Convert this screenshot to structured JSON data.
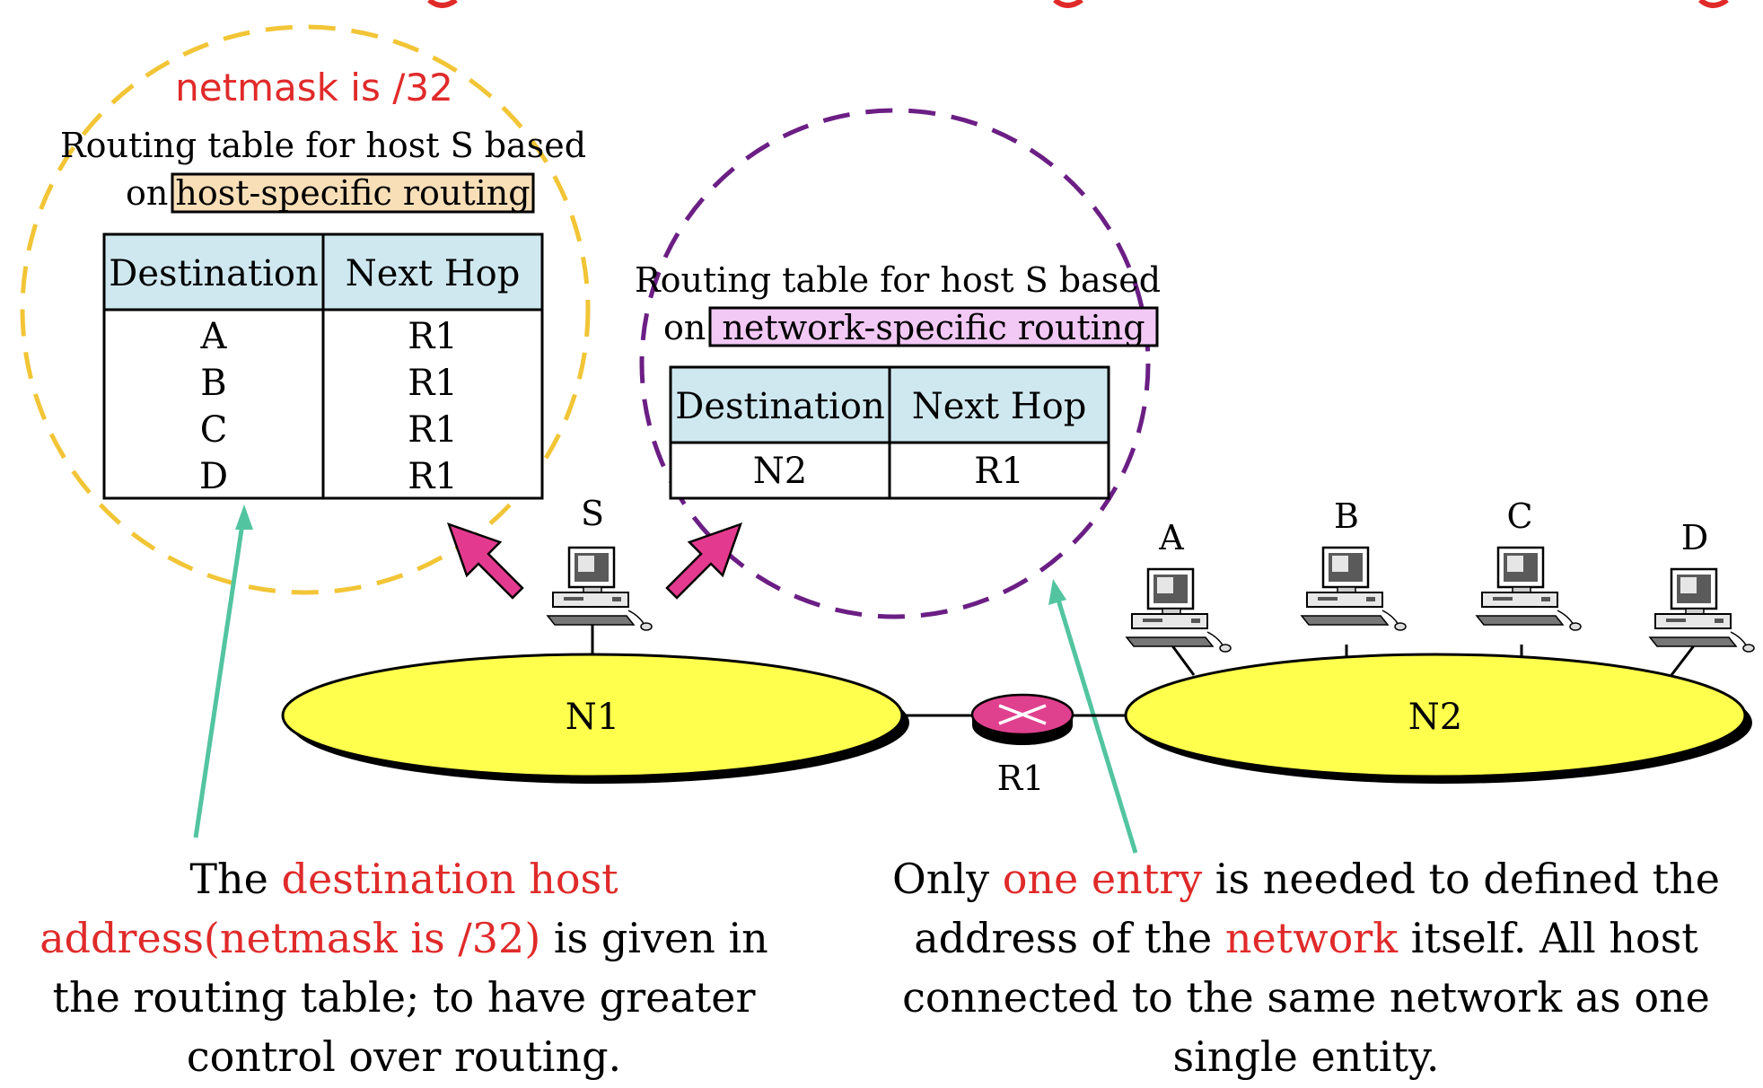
{
  "header_partial": "",
  "netmask_label": "netmask is /32",
  "host_table": {
    "caption_line1": "Routing table for host S based",
    "caption_prefix": "on",
    "caption_highlight": "host-specific routing",
    "headers": [
      "Destination",
      "Next Hop"
    ],
    "rows": [
      [
        "A",
        "R1"
      ],
      [
        "B",
        "R1"
      ],
      [
        "C",
        "R1"
      ],
      [
        "D",
        "R1"
      ]
    ]
  },
  "network_table": {
    "caption_line1": "Routing table for host S based",
    "caption_prefix": "on",
    "caption_highlight": "network-specific routing",
    "headers": [
      "Destination",
      "Next Hop"
    ],
    "rows": [
      [
        "N2",
        "R1"
      ]
    ]
  },
  "network": {
    "n1_label": "N1",
    "n2_label": "N2",
    "router_label": "R1",
    "source_host": "S",
    "hosts": [
      "A",
      "B",
      "C",
      "D"
    ]
  },
  "left_caption": {
    "t1": "The ",
    "t2": "destination host",
    "t3": "address(netmask is /32)",
    "t4": " is given in",
    "t5": "the routing table; to have greater",
    "t6": "control over routing."
  },
  "right_caption": {
    "t1": "Only ",
    "t2": "one entry",
    "t3": " is needed to defined the",
    "t4": "address of the ",
    "t5": "network",
    "t6": " itself. All host",
    "t7": "connected to the same network as one",
    "t8": "single entity."
  },
  "colors": {
    "yellow_circle": "#f2c536",
    "purple_circle": "#6b1e84",
    "header_fill": "#cfe8f0",
    "host_highlight": "#f8dfb8",
    "network_highlight": "#f2c8f5",
    "network_fill": "#ffff4d",
    "router": "#e0418f",
    "arrow": "#e33a8f",
    "pointer": "#52c4a0",
    "red_text": "#e02a2a"
  },
  "icons": {
    "computer": "desktop-computer-icon",
    "router": "router-icon"
  }
}
